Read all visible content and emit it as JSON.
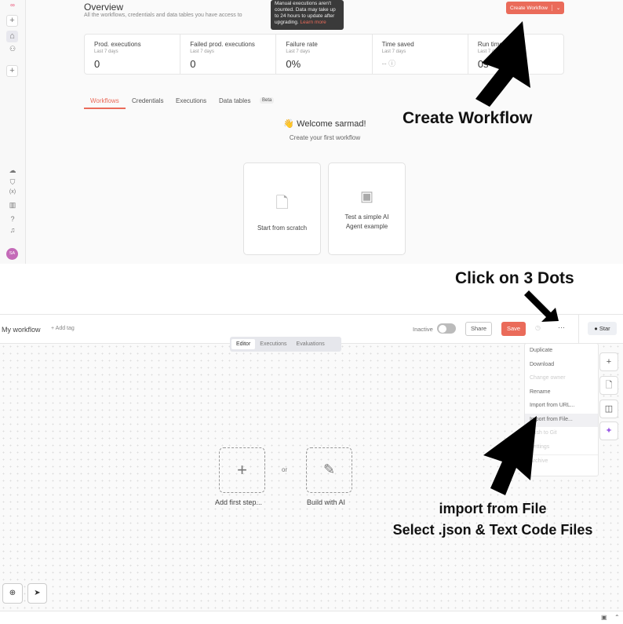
{
  "top": {
    "header": {
      "title": "Overview",
      "subtitle": "All the workflows, credentials and data tables you have access to",
      "create_button": "Create Workflow"
    },
    "tooltip": {
      "text": "Manual executions aren't counted. Data may take up to 24 hours to update after upgrading.",
      "link": "Learn more"
    },
    "stats": [
      {
        "label": "Prod. executions",
        "sub": "Last 7 days",
        "value": "0"
      },
      {
        "label": "Failed prod. executions",
        "sub": "Last 7 days",
        "value": "0"
      },
      {
        "label": "Failure rate",
        "sub": "Last 7 days",
        "value": "0%"
      },
      {
        "label": "Time saved",
        "sub": "Last 7 days",
        "value": "--"
      },
      {
        "label": "Run time",
        "sub": "Last 7 days",
        "value": "0s"
      }
    ],
    "tabs": [
      "Workflows",
      "Credentials",
      "Executions",
      "Data tables"
    ],
    "beta": "Beta",
    "welcome": "👋 Welcome sarmad!",
    "welcome_sub": "Create your first workflow",
    "cards": [
      "Start from scratch",
      "Test a simple AI Agent example"
    ],
    "avatar": "SA"
  },
  "annotations": {
    "create": "Create Workflow",
    "dots": "Click on 3 Dots",
    "import": "import from File",
    "select": "Select .json & Text Code Files"
  },
  "bottom": {
    "workflow_name": "My workflow",
    "add_tag": "+ Add tag",
    "inactive": "Inactive",
    "share": "Share",
    "save": "Save",
    "dots": "···",
    "star": "Star",
    "tabs": [
      "Editor",
      "Executions",
      "Evaluations"
    ],
    "menu": [
      "Duplicate",
      "Download",
      "Change owner",
      "Rename",
      "Import from URL...",
      "Import from File...",
      "Push to Git",
      "Settings",
      "Archive"
    ],
    "add_first_step": "Add first step...",
    "or": "or",
    "build_ai": "Build with AI"
  }
}
